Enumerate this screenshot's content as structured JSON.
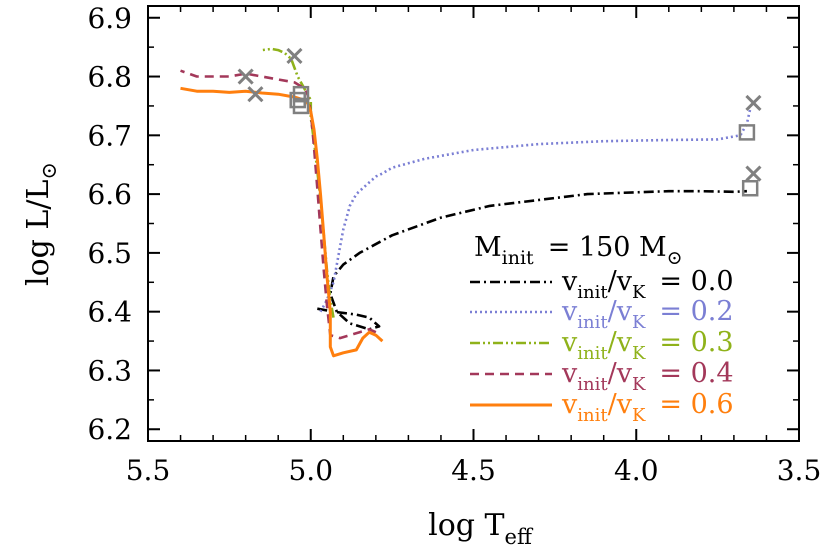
{
  "chart_data": {
    "type": "line",
    "xlabel": "log T",
    "xlabel_sub": "eff",
    "ylabel": "log L/L",
    "ylabel_sym": "⊙",
    "xlim": [
      5.5,
      3.5
    ],
    "ylim": [
      6.18,
      6.92
    ],
    "x_ticks": [
      5.5,
      5.0,
      4.5,
      4.0,
      3.5
    ],
    "x_tick_labels": [
      "5.5",
      "5.0",
      "4.5",
      "4.0",
      "3.5"
    ],
    "y_ticks": [
      6.2,
      6.3,
      6.4,
      6.5,
      6.6,
      6.7,
      6.8,
      6.9
    ],
    "y_tick_labels": [
      "6.2",
      "6.3",
      "6.4",
      "6.5",
      "6.6",
      "6.7",
      "6.8",
      "6.9"
    ],
    "grid": false,
    "legend_position": "lower-right",
    "legend_title": {
      "prefix": "M",
      "sub": "init",
      "value": "= 150 M",
      "sym": "⊙"
    },
    "series": [
      {
        "name": "v_init/v_K = 0.0",
        "label_main": "v",
        "label_sub1": "init",
        "label_mid": "/v",
        "label_sub2": "K",
        "label_value": "= 0.0",
        "color": "#000000",
        "dash": "dashdot",
        "x": [
          4.98,
          4.93,
          4.9,
          4.86,
          4.82,
          4.79,
          4.82,
          4.88,
          4.92,
          4.94,
          4.93,
          4.9,
          4.85,
          4.75,
          4.6,
          4.45,
          4.3,
          4.15,
          4.0,
          3.9,
          3.8,
          3.7,
          3.66
        ],
        "y": [
          6.405,
          6.4,
          6.398,
          6.395,
          6.39,
          6.375,
          6.37,
          6.38,
          6.4,
          6.43,
          6.46,
          6.48,
          6.5,
          6.53,
          6.56,
          6.58,
          6.59,
          6.6,
          6.603,
          6.605,
          6.605,
          6.604,
          6.605
        ],
        "start": {
          "x": 3.65,
          "y": 6.61
        },
        "end": {
          "x": 3.64,
          "y": 6.635
        }
      },
      {
        "name": "v_init/v_K = 0.2",
        "label_main": "v",
        "label_sub1": "init",
        "label_mid": "/v",
        "label_sub2": "K",
        "label_value": "= 0.2",
        "color": "#7b7fd4",
        "dash": "dotted",
        "x": [
          4.97,
          4.95,
          4.93,
          4.92,
          4.91,
          4.9,
          4.89,
          4.88,
          4.86,
          4.84,
          4.82,
          4.8,
          4.78,
          4.75,
          4.65,
          4.5,
          4.3,
          4.1,
          3.9,
          3.75,
          3.68,
          3.66,
          3.65
        ],
        "y": [
          6.4,
          6.42,
          6.45,
          6.48,
          6.51,
          6.54,
          6.56,
          6.58,
          6.6,
          6.61,
          6.62,
          6.63,
          6.635,
          6.645,
          6.66,
          6.675,
          6.685,
          6.69,
          6.692,
          6.693,
          6.7,
          6.72,
          6.745
        ],
        "start": {
          "x": 3.66,
          "y": 6.705
        },
        "end": {
          "x": 3.64,
          "y": 6.755
        }
      },
      {
        "name": "v_init/v_K = 0.3",
        "label_main": "v",
        "label_sub1": "init",
        "label_mid": "/v",
        "label_sub2": "K",
        "label_value": "= 0.3",
        "color": "#8fb21a",
        "dash": "dashdotdot",
        "x": [
          4.93,
          4.94,
          4.95,
          4.96,
          4.97,
          4.98,
          4.99,
          5.0,
          5.0,
          5.01,
          5.02,
          5.04,
          5.06,
          5.08,
          5.1,
          5.12,
          5.15
        ],
        "y": [
          6.39,
          6.42,
          6.47,
          6.53,
          6.59,
          6.64,
          6.69,
          6.73,
          6.76,
          6.77,
          6.78,
          6.8,
          6.83,
          6.84,
          6.845,
          6.847,
          6.845
        ],
        "start": {
          "x": 5.03,
          "y": 6.77
        },
        "end": {
          "x": 5.05,
          "y": 6.835
        }
      },
      {
        "name": "v_init/v_K = 0.4",
        "label_main": "v",
        "label_sub1": "init",
        "label_mid": "/v",
        "label_sub2": "K",
        "label_value": "= 0.4",
        "color": "#a3385a",
        "dash": "dashed",
        "x": [
          4.8,
          4.82,
          4.85,
          4.88,
          4.91,
          4.94,
          4.95,
          4.96,
          4.97,
          4.98,
          4.99,
          5.0,
          5.01,
          5.02,
          5.05,
          5.1,
          5.15,
          5.2,
          5.25,
          5.3,
          5.35,
          5.4
        ],
        "y": [
          6.365,
          6.37,
          6.365,
          6.36,
          6.355,
          6.36,
          6.41,
          6.47,
          6.54,
          6.61,
          6.68,
          6.74,
          6.77,
          6.78,
          6.79,
          6.795,
          6.8,
          6.805,
          6.8,
          6.8,
          6.8,
          6.81
        ],
        "start": {
          "x": 5.04,
          "y": 6.76
        },
        "end": {
          "x": 5.2,
          "y": 6.8
        }
      },
      {
        "name": "v_init/v_K = 0.6",
        "label_main": "v",
        "label_sub1": "init",
        "label_mid": "/v",
        "label_sub2": "K",
        "label_value": "= 0.6",
        "color": "#ff7f0e",
        "dash": "solid",
        "x": [
          4.78,
          4.8,
          4.82,
          4.84,
          4.86,
          4.9,
          4.93,
          4.94,
          4.94,
          4.95,
          4.96,
          4.97,
          4.98,
          4.99,
          5.0,
          5.01,
          5.02,
          5.05,
          5.1,
          5.15,
          5.2,
          5.25,
          5.3,
          5.35,
          5.4
        ],
        "y": [
          6.35,
          6.36,
          6.365,
          6.355,
          6.335,
          6.33,
          6.325,
          6.34,
          6.4,
          6.46,
          6.53,
          6.6,
          6.66,
          6.71,
          6.74,
          6.755,
          6.76,
          6.765,
          6.77,
          6.772,
          6.775,
          6.773,
          6.775,
          6.775,
          6.78
        ],
        "start": {
          "x": 5.03,
          "y": 6.75
        },
        "end": {
          "x": 5.17,
          "y": 6.77
        }
      }
    ],
    "marker_color": "#808080"
  }
}
